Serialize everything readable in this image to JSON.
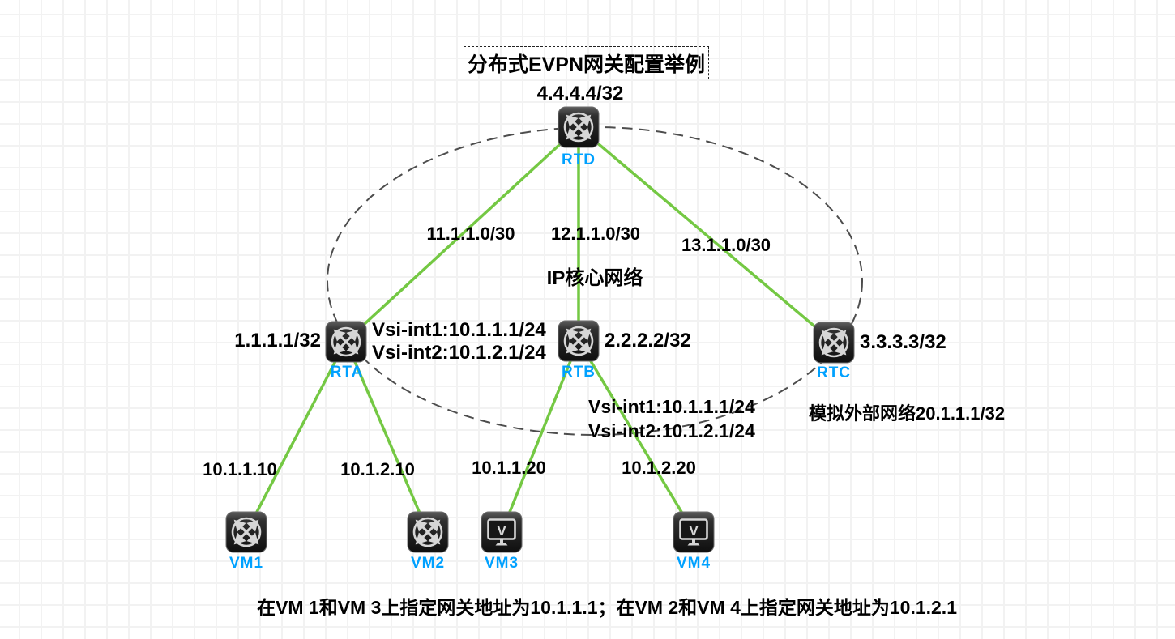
{
  "diagram": {
    "title": "分布式EVPN网关配置举例",
    "core_network_label": "IP核心网络",
    "external_network_label": "模拟外部网络20.1.1.1/32",
    "footnote": "在VM 1和VM 3上指定网关地址为10.1.1.1；在VM 2和VM 4上指定网关地址为10.1.2.1",
    "nodes": {
      "rtd": {
        "name": "RTD",
        "loopback": "4.4.4.4/32",
        "type": "router"
      },
      "rta": {
        "name": "RTA",
        "loopback": "1.1.1.1/32",
        "vsi_int1": "Vsi-int1:10.1.1.1/24",
        "vsi_int2": "Vsi-int2:10.1.2.1/24",
        "type": "router"
      },
      "rtb": {
        "name": "RTB",
        "loopback": "2.2.2.2/32",
        "vsi_int1": "Vsi-int1:10.1.1.1/24",
        "vsi_int2": "Vsi-int2:10.1.2.1/24",
        "type": "router"
      },
      "rtc": {
        "name": "RTC",
        "loopback": "3.3.3.3/32",
        "type": "router"
      },
      "vm1": {
        "name": "VM1",
        "ip": "10.1.1.10",
        "type": "router-icon-host"
      },
      "vm2": {
        "name": "VM2",
        "ip": "10.1.2.10",
        "type": "router-icon-host"
      },
      "vm3": {
        "name": "VM3",
        "ip": "10.1.1.20",
        "type": "vm-monitor"
      },
      "vm4": {
        "name": "VM4",
        "ip": "10.1.2.20",
        "type": "vm-monitor"
      }
    },
    "links": {
      "rtd_rta": "11.1.1.0/30",
      "rtd_rtb": "12.1.1.0/30",
      "rtd_rtc": "13.1.1.0/30"
    },
    "colors": {
      "link_green": "#74c843",
      "node_label_blue": "#00a1ff",
      "ellipse_gray": "#4d4d4d",
      "icon_dark": "#1a1a1a",
      "icon_glyph": "#d6d6d6"
    }
  }
}
